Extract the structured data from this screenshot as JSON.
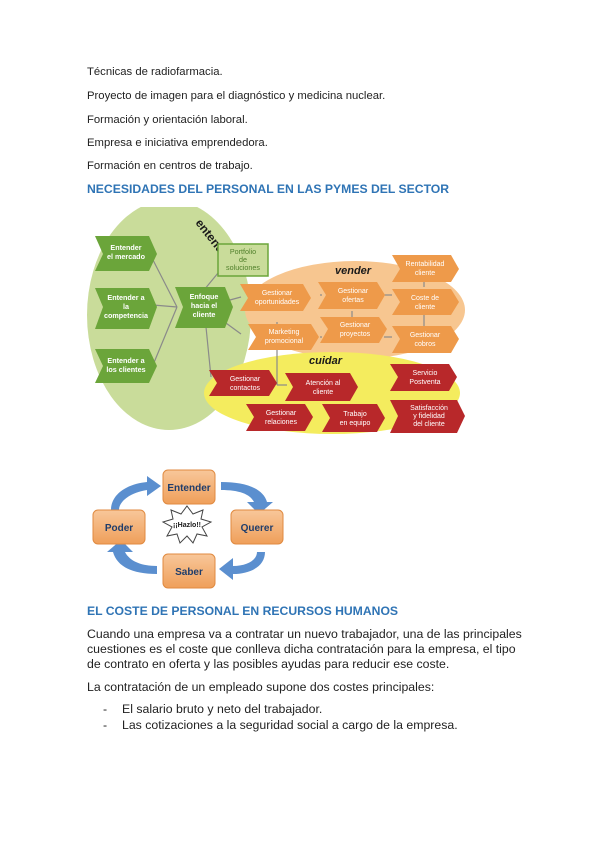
{
  "intro_lines": [
    "Técnicas de radiofarmacia.",
    "Proyecto de imagen para el diagnóstico y medicina nuclear.",
    "Formación y orientación laboral.",
    "Empresa e iniciativa emprendedora.",
    "Formación en centros de trabajo."
  ],
  "heading1": "NECESIDADES DEL PERSONAL EN LAS PYMES DEL SECTOR",
  "diagram1": {
    "group_labels": {
      "entender": "entender",
      "vender": "vender",
      "cuidar": "cuidar"
    },
    "green_boxes": [
      [
        "Entender",
        "el mercado"
      ],
      [
        "Entender a",
        "la",
        "competencia"
      ],
      [
        "Entender a",
        "los clientes"
      ],
      [
        "Enfoque",
        "hacia el",
        "cliente"
      ],
      [
        "Portfolio",
        "de",
        "soluciones"
      ]
    ],
    "orange_boxes": [
      [
        "Gestionar",
        "oportunidades"
      ],
      [
        "Gestionar",
        "ofertas"
      ],
      [
        "Rentabilidad",
        "cliente"
      ],
      [
        "Marketing",
        "promocional"
      ],
      [
        "Gestionar",
        "proyectos"
      ],
      [
        "Coste de",
        "cliente"
      ],
      [
        "Gestionar",
        "cobros"
      ]
    ],
    "red_boxes": [
      [
        "Gestionar",
        "contactos"
      ],
      [
        "Atención al",
        "cliente"
      ],
      [
        "Servicio",
        "Postventa"
      ],
      [
        "Gestionar",
        "relaciones"
      ],
      [
        "Trabajo",
        "en equipo"
      ],
      [
        "Satisfacción",
        "y fidelidad",
        "del cliente"
      ]
    ]
  },
  "diagram2": {
    "entender": "Entender",
    "querer": "Querer",
    "saber": "Saber",
    "poder": "Poder",
    "center": "¡¡Hazlo!!"
  },
  "heading2": "EL COSTE DE PERSONAL EN RECURSOS HUMANOS",
  "paragraph1": [
    "Cuando una empresa va a contratar un nuevo trabajador, una de las principales",
    "cuestiones es el coste que conlleva dicha contratación para la empresa, el tipo",
    "de contrato en oferta y las posibles ayudas para reducir ese coste."
  ],
  "paragraph2": "La contratación de un empleado supone dos costes principales:",
  "bullets": [
    "El salario bruto y neto del trabajador.",
    "Las cotizaciones a la seguridad social a cargo de la empresa."
  ],
  "bullet_marker": "-",
  "colors": {
    "heading": "#2f74b5",
    "green_box": "#6ba53a",
    "orange_box": "#ee9a4a",
    "red_box": "#b8282a",
    "cycle_box": "#f4b37a",
    "cycle_arrow": "#5b8fcf"
  }
}
